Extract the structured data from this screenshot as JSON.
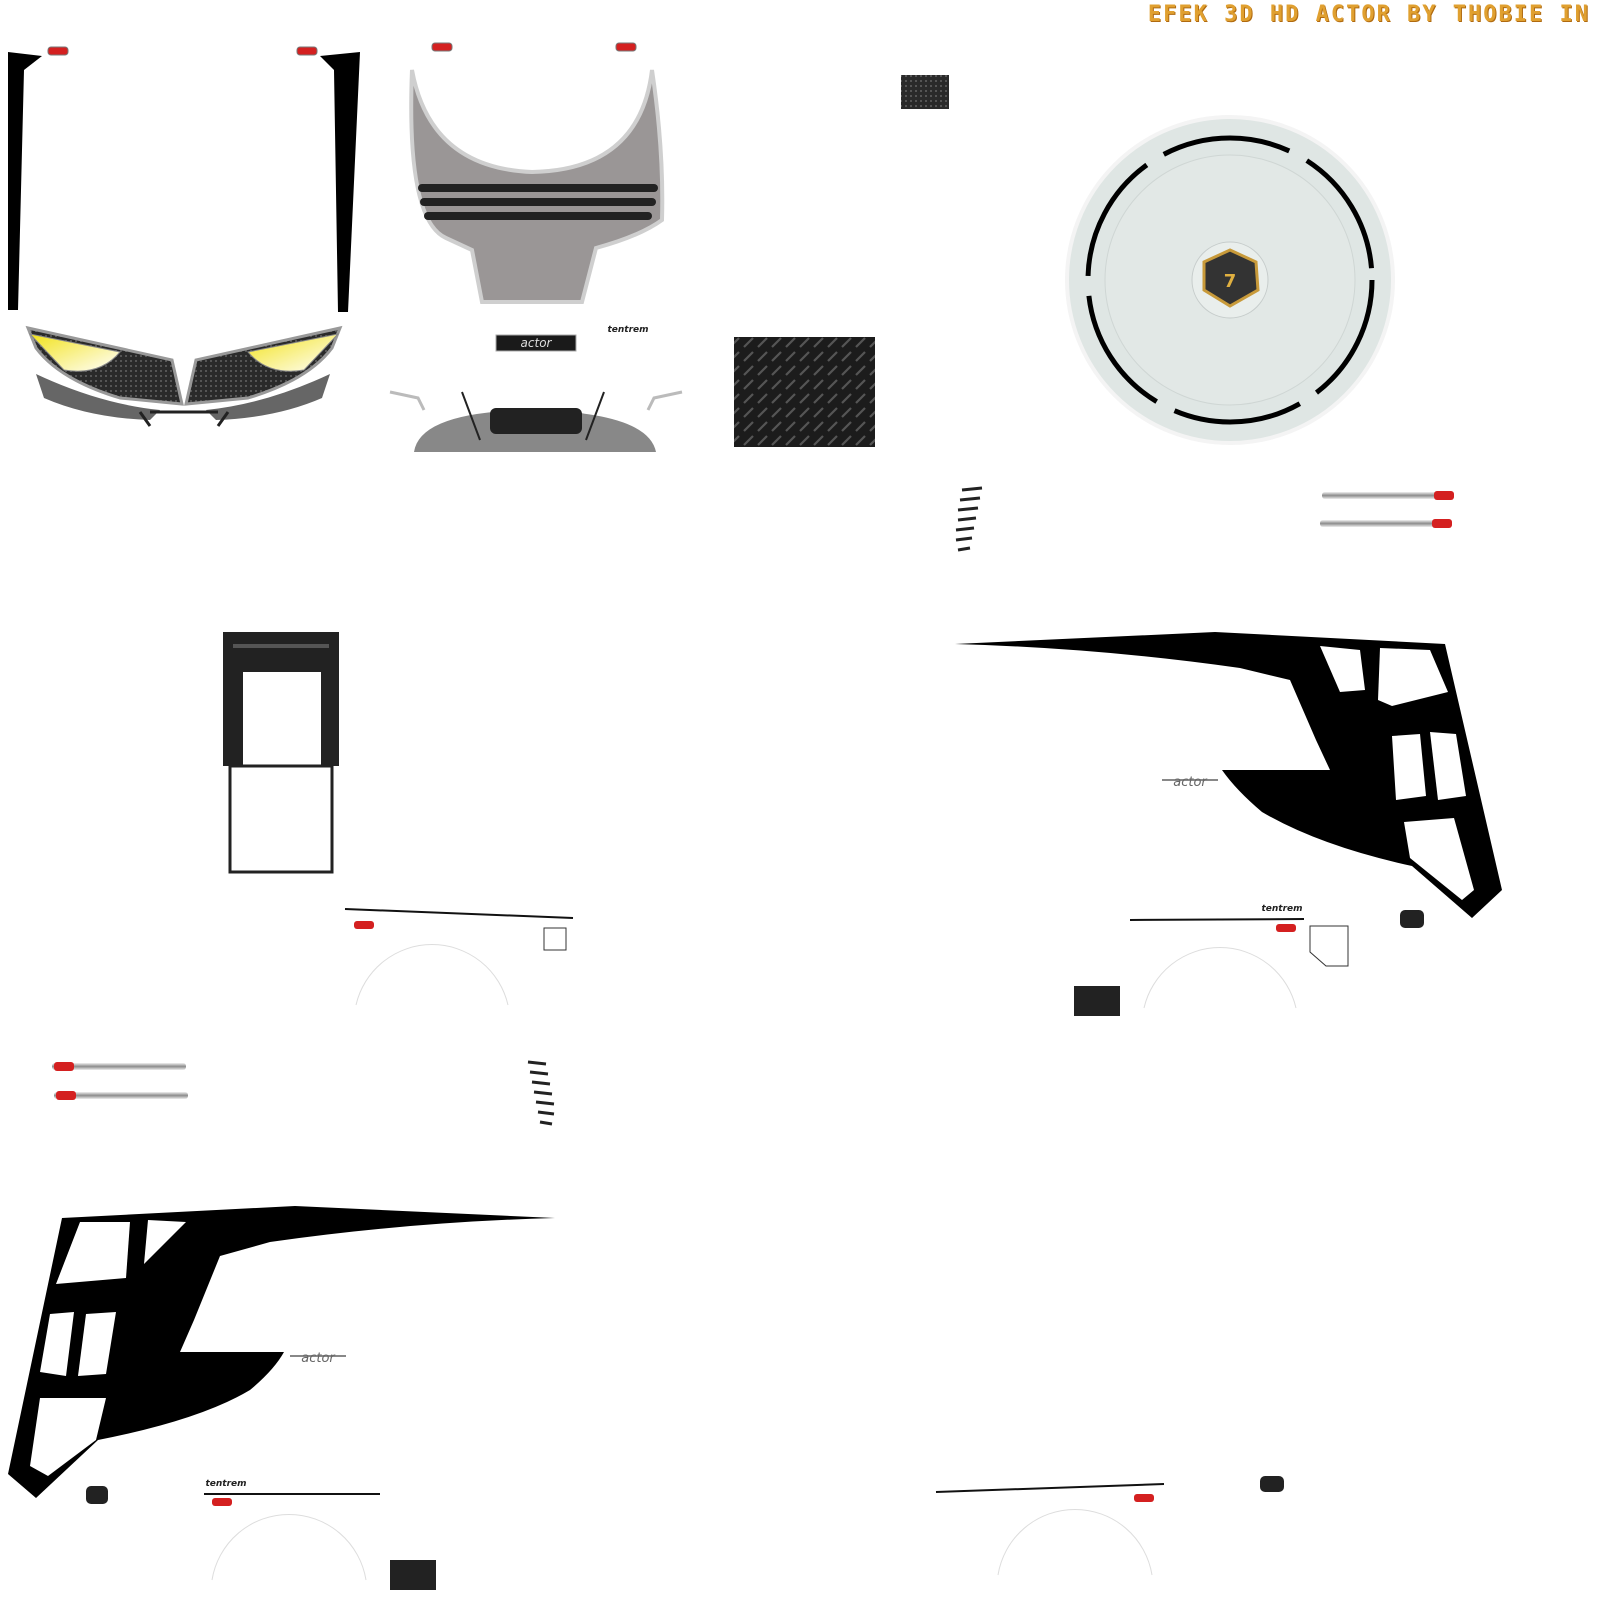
{
  "watermark": {
    "text": "EFEK 3D HD ACTOR BY THOBIE IN"
  },
  "labels": {
    "front_badge": "actor",
    "side_badge_right": "actor",
    "side_badge_left": "actor",
    "maker_mark": "tentrem"
  },
  "colors": {
    "body_white": "#ffffff",
    "trim_black": "#000000",
    "mask_grey": "#9a9696",
    "headlight_yellow": "#f2e21a",
    "marker_red": "#d42020",
    "chrome": "#c8c8c8",
    "wheel_silver": "#dfe6e4",
    "plate_dark": "#222222",
    "watermark_gold": "#e0a030"
  },
  "icons": [
    "marker-lamp-icon",
    "wheel-cover-emblem-icon",
    "tread-plate-icon",
    "mirror-icon"
  ]
}
